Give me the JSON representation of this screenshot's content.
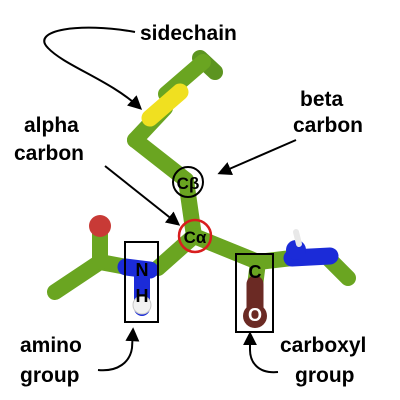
{
  "labels": {
    "sidechain": "sidechain",
    "beta_line1": "beta",
    "beta_line2": "carbon",
    "alpha_line1": "alpha",
    "alpha_line2": "carbon",
    "amino_line1": "amino",
    "amino_line2": "group",
    "carboxyl_line1": "carboxyl",
    "carboxyl_line2": "group"
  },
  "atoms": {
    "c_beta": "Cβ",
    "c_alpha": "Cα",
    "n": "N",
    "h": "H",
    "c": "C",
    "o": "O"
  },
  "colors": {
    "carbon": "#6aa521",
    "sulfur": "#f0e020",
    "nitrogen": "#1b2bd8",
    "oxygen_dark": "#6b2a24",
    "oxygen_red": "#c83a36",
    "hydrogen": "#f2f2f2",
    "alpha_ring": "#d81e1e"
  }
}
